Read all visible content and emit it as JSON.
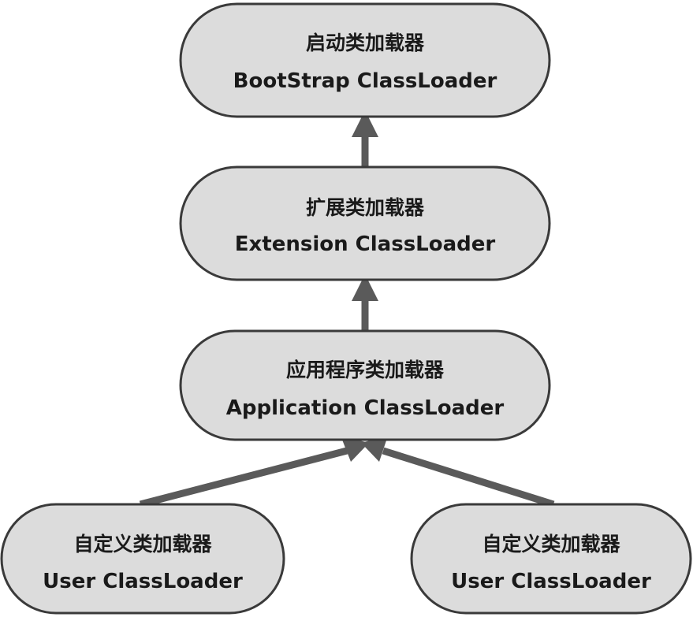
{
  "nodes": {
    "bootstrap": {
      "cn": "启动类加载器",
      "en": "BootStrap ClassLoader"
    },
    "extension": {
      "cn": "扩展类加载器",
      "en": "Extension ClassLoader"
    },
    "application": {
      "cn": "应用程序类加载器",
      "en": "Application ClassLoader"
    },
    "user_left": {
      "cn": "自定义类加载器",
      "en": "User ClassLoader"
    },
    "user_right": {
      "cn": "自定义类加载器",
      "en": "User ClassLoader"
    }
  },
  "edges": [
    {
      "from": "extension",
      "to": "bootstrap"
    },
    {
      "from": "application",
      "to": "extension"
    },
    {
      "from": "user_left",
      "to": "application"
    },
    {
      "from": "user_right",
      "to": "application"
    }
  ],
  "colors": {
    "node_fill": "#dcdcdc",
    "node_stroke": "#3a3a3a",
    "arrow": "#5a5a5a",
    "text": "#1a1a1a"
  }
}
